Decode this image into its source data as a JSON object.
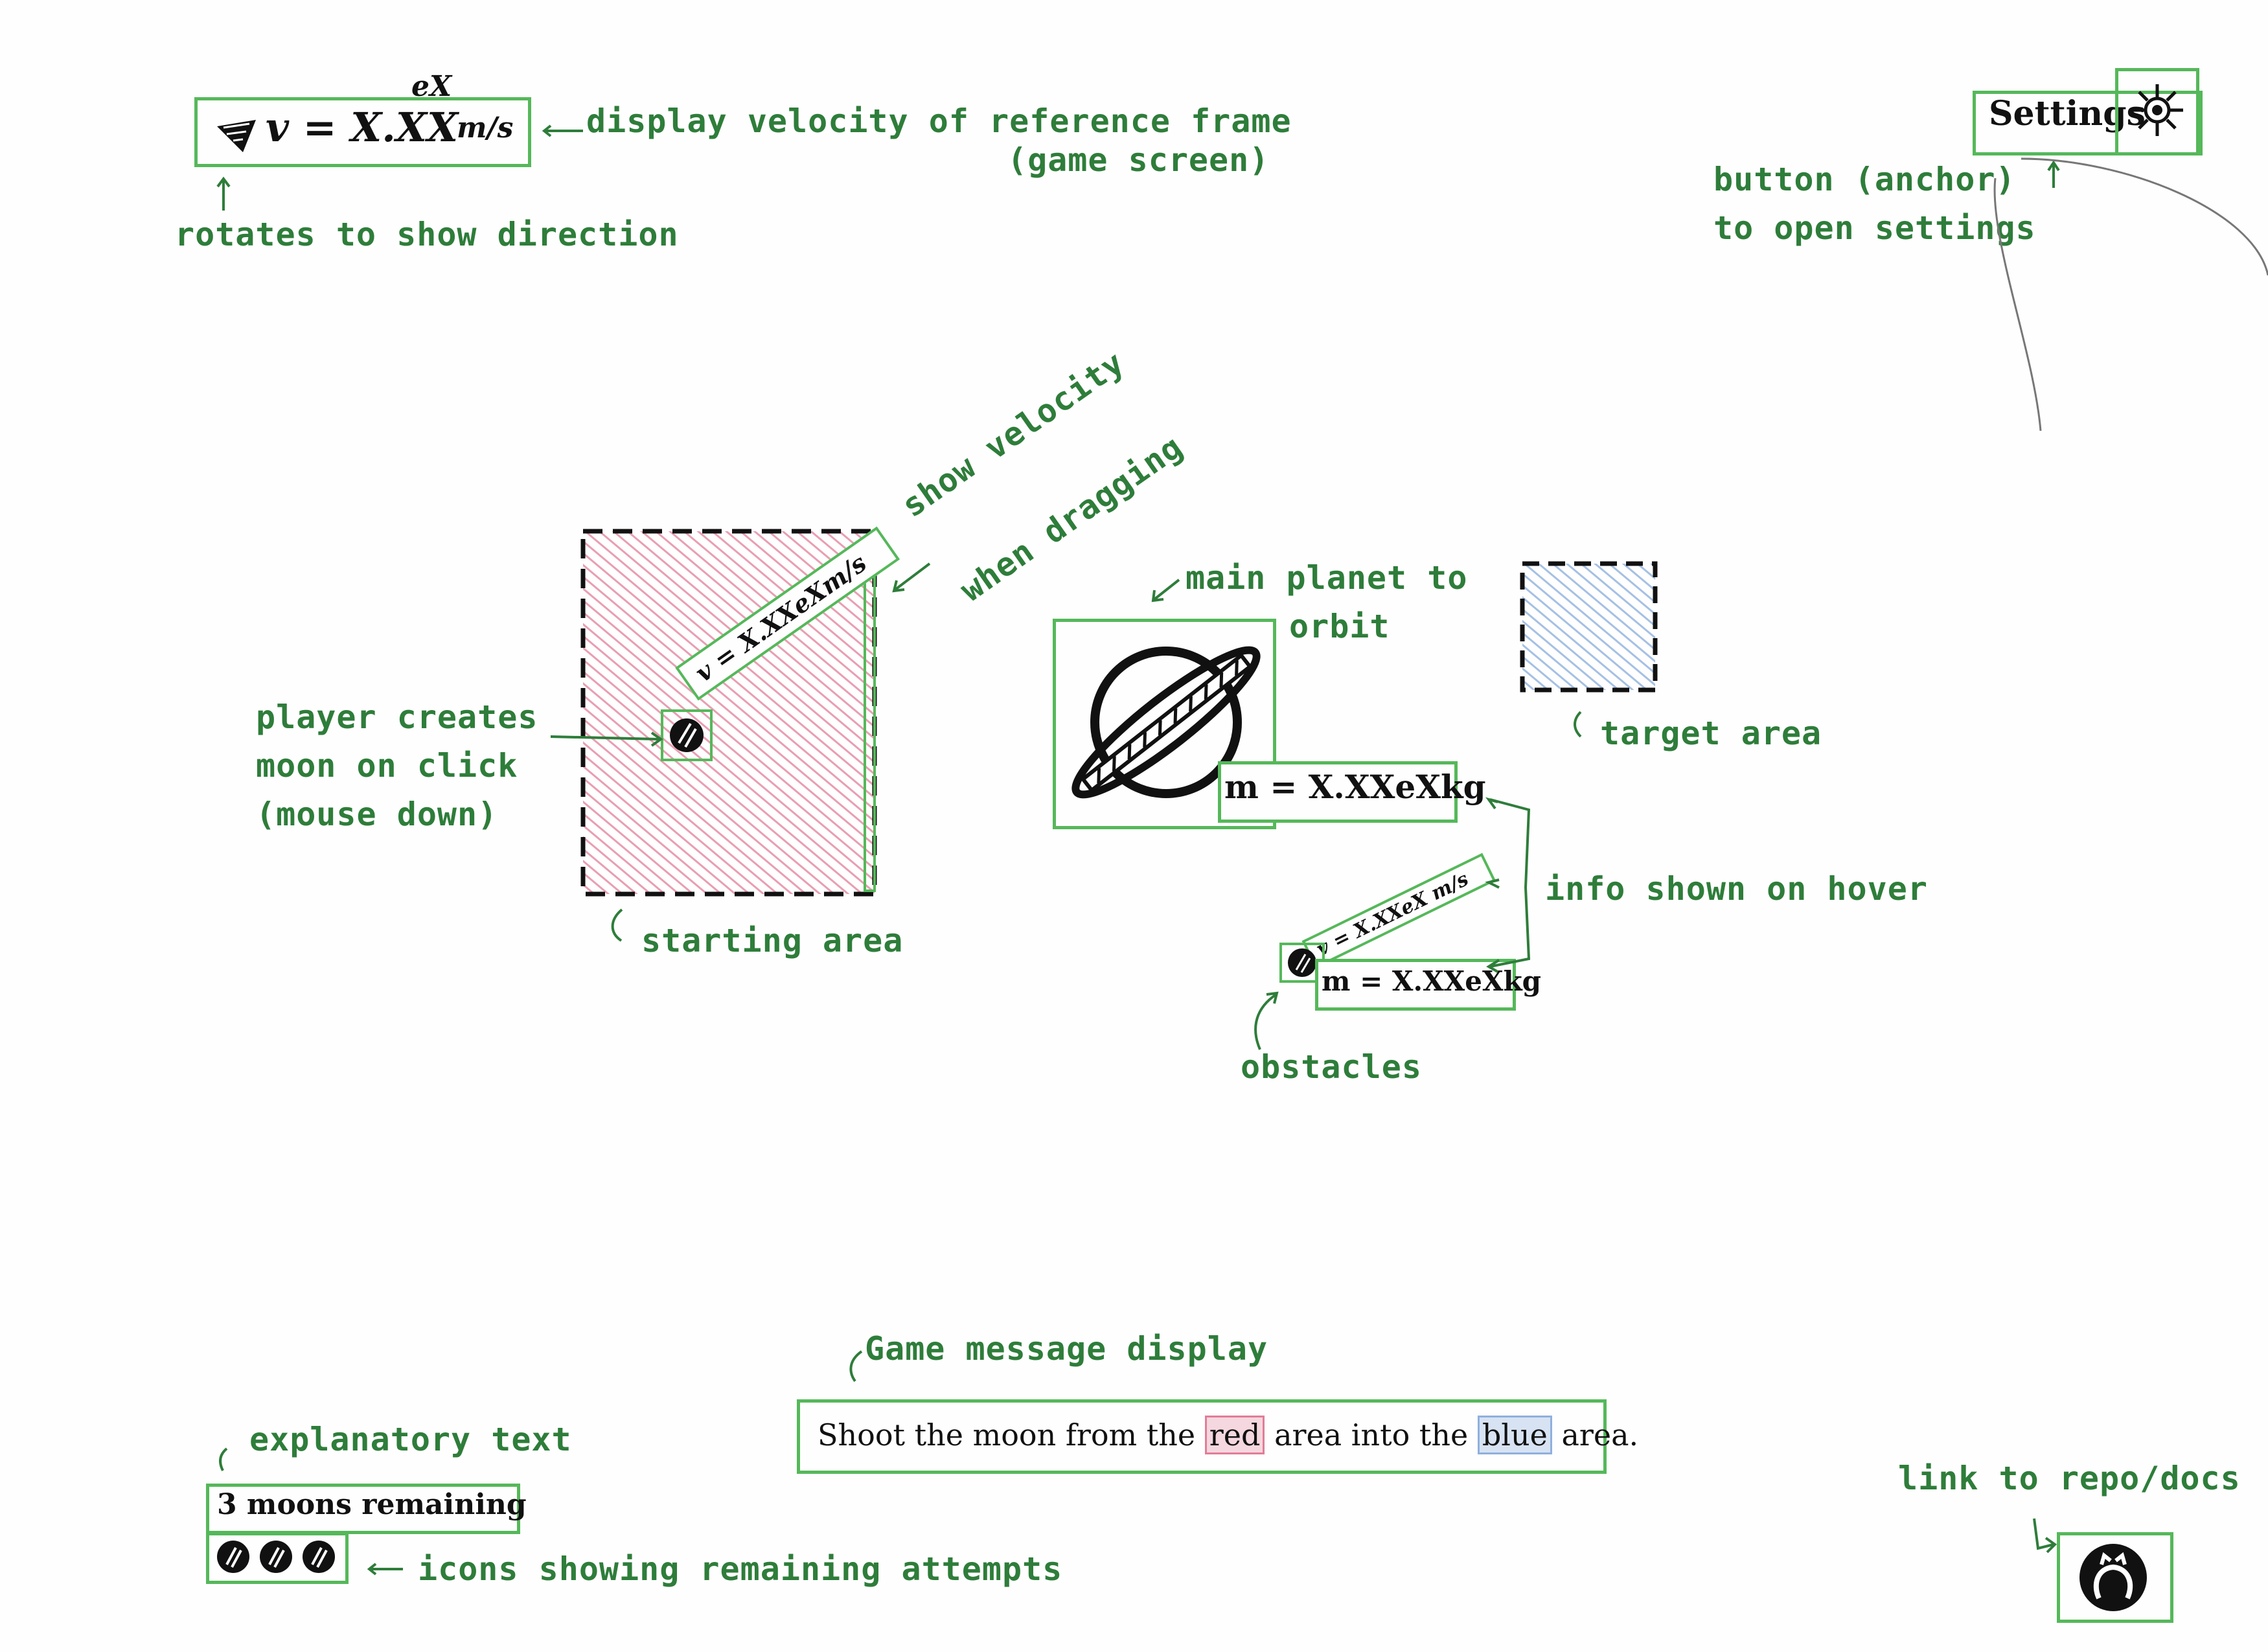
{
  "velocity_display": {
    "text": "v = X.XX",
    "exponent": "eX",
    "unit": "m/s",
    "annotation_title": "display velocity of reference frame",
    "annotation_subtitle": "(game screen)",
    "direction_note": "rotates to show direction",
    "arrow_icon": "direction-arrow-icon"
  },
  "settings": {
    "label": "Settings",
    "icon": "gear-icon",
    "annotation_line1": "button (anchor)",
    "annotation_line2": "to open settings"
  },
  "starting_area": {
    "label": "starting area",
    "color": "#e27d98",
    "drag_velocity": "v = X.XXeXm/s",
    "drag_note_line1": "show velocity",
    "drag_note_line2": "when dragging",
    "click_note_line1": "player creates",
    "click_note_line2": "moon on click",
    "click_note_line3": "(mouse down)"
  },
  "planet": {
    "mass": "m = X.XXeXkg",
    "note_line1": "main planet to",
    "note_line2": "orbit"
  },
  "target_area": {
    "label": "target area",
    "color": "#8fb0dd"
  },
  "obstacle": {
    "velocity": "v = X.XXeX m/s",
    "mass": "m = X.XXeXkg",
    "label": "obstacles",
    "hover_note": "info shown on hover"
  },
  "message": {
    "title": "Game message display",
    "prefix": "Shoot the moon from the",
    "red_word": "red",
    "middle": "area into the",
    "blue_word": "blue",
    "suffix": "area."
  },
  "moons": {
    "text": "3 moons remaining",
    "explanatory_note": "explanatory text",
    "icons_note": "icons showing remaining attempts",
    "count": 3
  },
  "repo": {
    "label": "link to repo/docs",
    "icon": "github-icon"
  },
  "colors": {
    "annotation": "#2e7d3a",
    "box_outline": "#55b85a",
    "ink": "#111111",
    "red_area": "#e27d98",
    "blue_area": "#8fb0dd"
  }
}
